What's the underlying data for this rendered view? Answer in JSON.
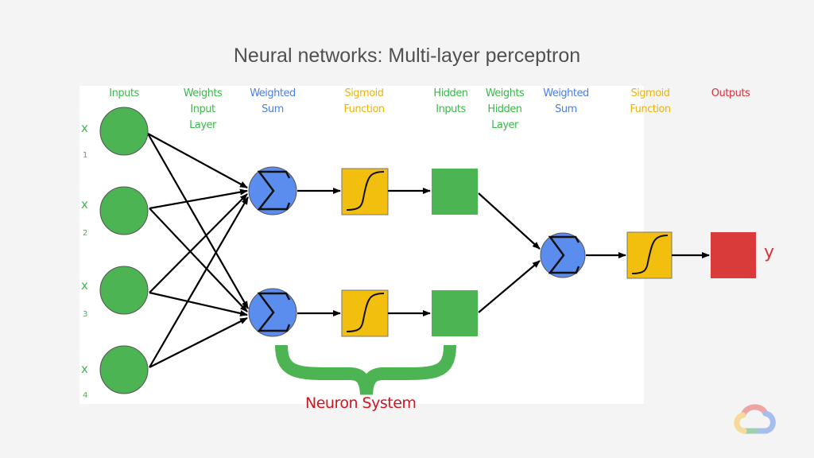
{
  "title": "Neural networks: Multi-layer perceptron",
  "headers": {
    "inputs": "Inputs",
    "weights_input": [
      "Weights",
      "Input",
      "Layer"
    ],
    "weighted_sum_1": [
      "Weighted",
      "Sum"
    ],
    "sigmoid_1": [
      "Sigmoid",
      "Function"
    ],
    "hidden_inputs": [
      "Hidden",
      "Inputs"
    ],
    "weights_hidden": [
      "Weights",
      "Hidden",
      "Layer"
    ],
    "weighted_sum_2": [
      "Weighted",
      "Sum"
    ],
    "sigmoid_2": [
      "Sigmoid",
      "Function"
    ],
    "outputs": "Outputs"
  },
  "inputs": [
    {
      "symbol": "x",
      "index": "1"
    },
    {
      "symbol": "x",
      "index": "2"
    },
    {
      "symbol": "x",
      "index": "3"
    },
    {
      "symbol": "x",
      "index": "4"
    }
  ],
  "hidden_neurons": 2,
  "output_label": "y",
  "neuron_system_label": "Neuron System",
  "colors": {
    "input_node": "#4cb453",
    "sum_node": "#5b8def",
    "sigmoid_box": "#f2bf0f",
    "hidden_node": "#4cb453",
    "output_node": "#d93a3a",
    "brace": "#4cb453"
  },
  "icons": {
    "sum": "sigma-icon",
    "sigmoid": "sigmoid-curve-icon",
    "logo": "google-cloud-logo-icon"
  }
}
